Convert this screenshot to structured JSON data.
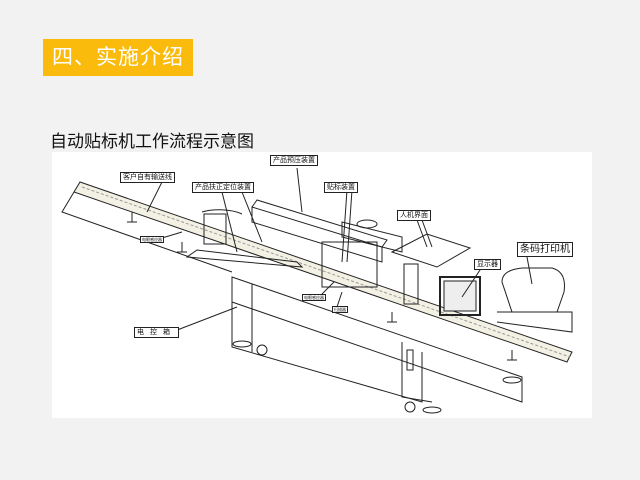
{
  "slide": {
    "section_title": "四、实施介绍",
    "subtitle": "自动贴标机工作流程示意图"
  },
  "diagram": {
    "labels": {
      "conveyor": "客户自有输送线",
      "positioning": "产品扶正定位装置",
      "prepress": "产品预压装置",
      "labeling": "贴标装置",
      "hmi": "人机界面",
      "display": "显示器",
      "printer": "条码打印机",
      "control_box": "电控箱",
      "sensor1": "电眼感应器",
      "sensor2": "电眼感应器",
      "scanner": "扫描器"
    }
  }
}
